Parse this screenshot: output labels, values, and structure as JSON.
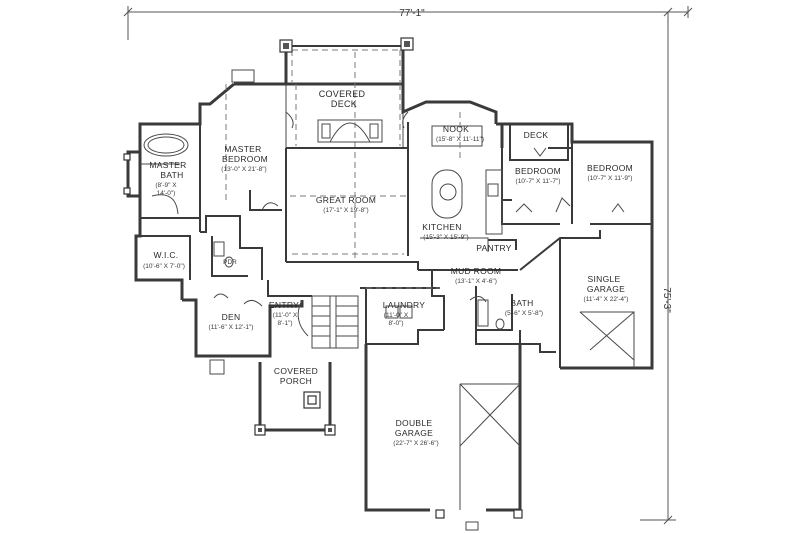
{
  "dimensions": {
    "width": "77'-1\"",
    "depth": "75'-3\""
  },
  "rooms": {
    "covered_deck": {
      "label1": "COVERED",
      "label2": "DECK"
    },
    "master_bedroom": {
      "label1": "MASTER",
      "label2": "BEDROOM",
      "size": "(13'-0\" X 21'-8\")"
    },
    "master_bath": {
      "label1": "MASTER",
      "label2": "BATH",
      "size1": "(8'-9\" X",
      "size2": "14'-0\")"
    },
    "great_room": {
      "label": "GREAT ROOM",
      "size": "(17'-1\" X 19'-8\")"
    },
    "nook": {
      "label": "NOOK",
      "size": "(15'-8\" X 11'-11\")"
    },
    "deck": {
      "label": "DECK"
    },
    "bedroom_1": {
      "label": "BEDROOM",
      "size": "(10'-7\" X 11'-7\")"
    },
    "bedroom_2": {
      "label": "BEDROOM",
      "size": "(10'-7\" X 11'-9\")"
    },
    "kitchen": {
      "label": "KITCHEN",
      "size": "(15'-3\" X 15'-9\")"
    },
    "pantry": {
      "label": "PANTRY"
    },
    "wic": {
      "label": "W.I.C.",
      "size": "(10'-6\" X 7'-0\")"
    },
    "den": {
      "label": "DEN",
      "size": "(11'-6\" X 12'-1\")"
    },
    "entry": {
      "label": "ENTRY",
      "size1": "(11'-0\" X",
      "size2": "8'-1\")"
    },
    "laundry": {
      "label": "LAUNDRY",
      "size1": "(11'-0\" X",
      "size2": "8'-0\")"
    },
    "mud_room": {
      "label": "MUD ROOM",
      "size": "(13'-1\" X 4'-6\")"
    },
    "bath": {
      "label": "BATH",
      "size": "(5'-6\" X 5'-8\")"
    },
    "single_garage": {
      "label1": "SINGLE",
      "label2": "GARAGE",
      "size": "(11'-4\" X 22'-4\")"
    },
    "covered_porch": {
      "label1": "COVERED",
      "label2": "PORCH"
    },
    "double_garage": {
      "label1": "DOUBLE",
      "label2": "GARAGE",
      "size": "(22'-7\" X 26'-6\")"
    },
    "pwdr": {
      "label": "PDR"
    }
  },
  "colors": {
    "line": "#3a3a3a",
    "background": "#ffffff"
  }
}
